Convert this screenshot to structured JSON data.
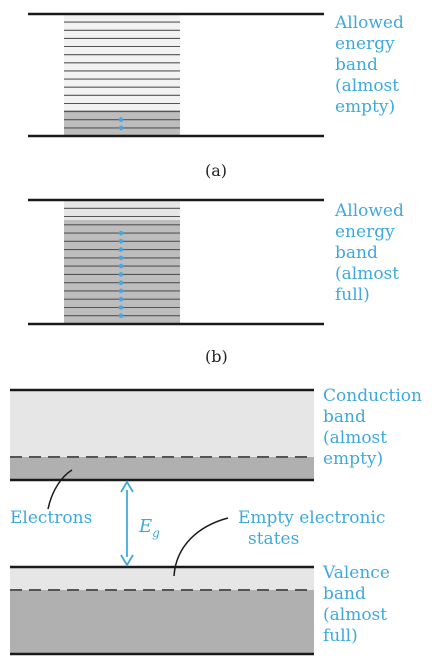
{
  "panel_a": {
    "caption": "(a)",
    "label_lines": [
      "Allowed",
      "energy",
      "band",
      "(almost",
      "empty)"
    ],
    "filled_levels": 2
  },
  "panel_b": {
    "caption": "(b)",
    "label_lines": [
      "Allowed",
      "energy",
      "band",
      "(almost",
      "full)"
    ],
    "filled_levels": 11
  },
  "panel_c": {
    "conduction_label_lines": [
      "Conduction",
      "band",
      "(almost",
      "empty)"
    ],
    "valence_label_lines": [
      "Valence",
      "band",
      "(almost",
      "full)"
    ],
    "electrons_label": "Electrons",
    "empty_states_label_lines": [
      "Empty electronic",
      "states"
    ],
    "gap_symbol": "E",
    "gap_subscript": "g"
  },
  "colors": {
    "blue": "#3fa9dc",
    "line": "#1a1a1a",
    "band_light": "#e6e6e6",
    "band_dark": "#b0b0b0",
    "dot": "#4aa6e0"
  }
}
